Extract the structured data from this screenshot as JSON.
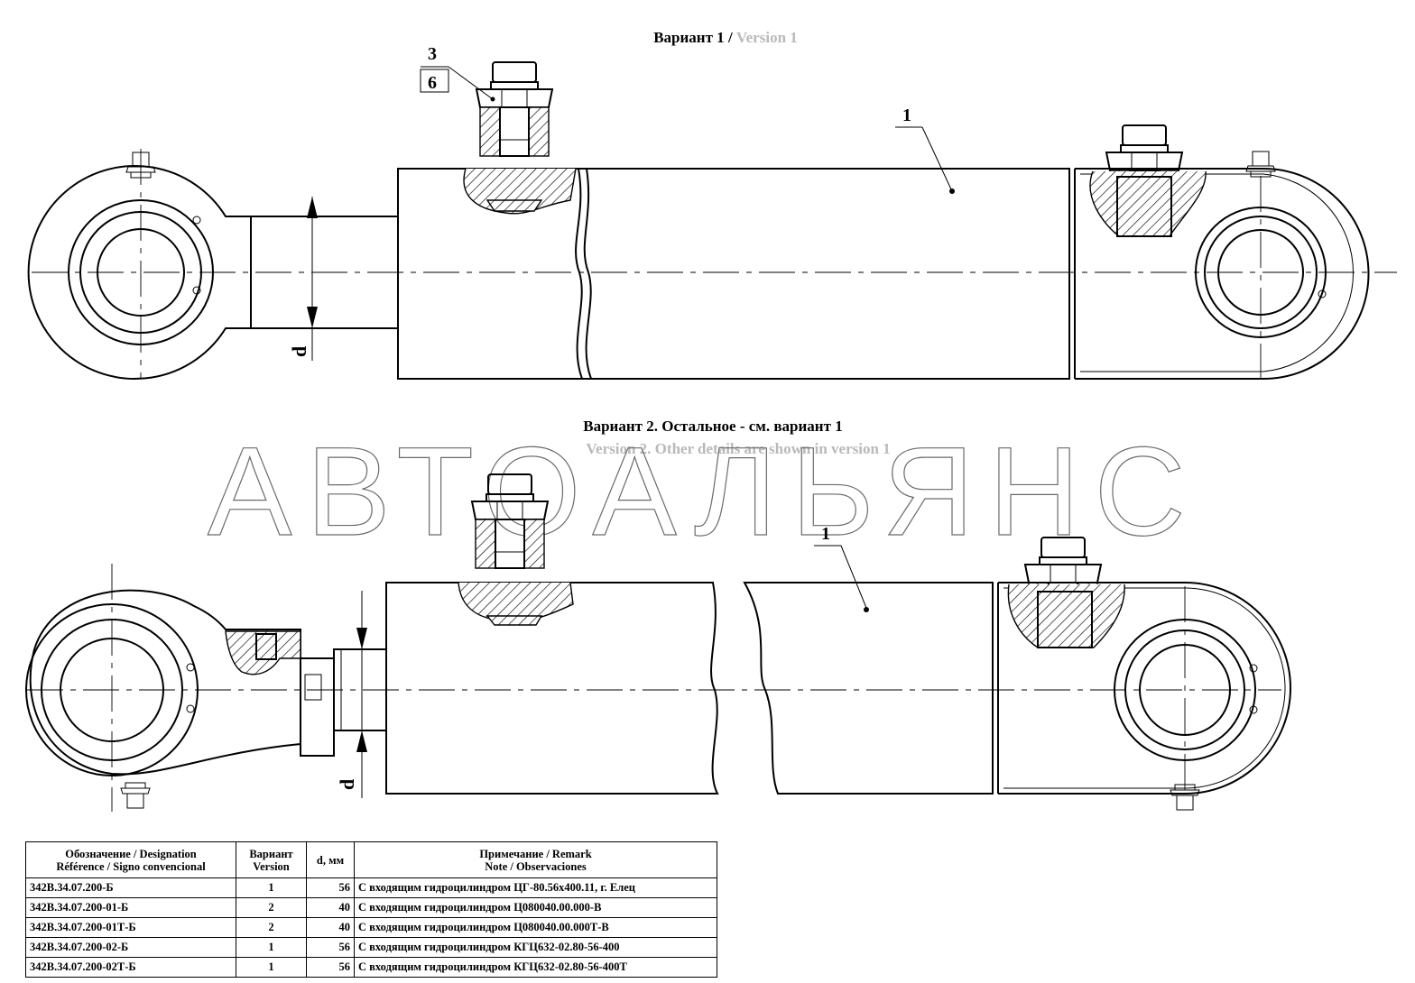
{
  "version1": {
    "title_ru": "Вариант 1",
    "separator": " / ",
    "title_en": "Version 1"
  },
  "version2": {
    "title_ru": "Вариант 2. Остальное - см. вариант 1",
    "title_en": "Version 2. Other details are shown in version 1"
  },
  "callouts": {
    "a": "3",
    "b": "6",
    "v1_item": "1",
    "v2_item": "1"
  },
  "dimension": {
    "v1_label": "d",
    "v2_label": "d"
  },
  "watermark": "АВТОАЛЬЯНС",
  "table": {
    "headers": {
      "designation_1": "Обозначение / Designation",
      "designation_2": "Référence / Signo convencional",
      "variant_1": "Вариант",
      "variant_2": "Version",
      "d": "d, мм",
      "remark_1": "Примечание / Remark",
      "remark_2": "Note / Observaciones"
    },
    "rows": [
      {
        "designation": "342В.34.07.200-Б",
        "variant": "1",
        "d": "56",
        "remark": "С входящим гидроцилиндром ЦГ-80.56х400.11, г. Елец"
      },
      {
        "designation": "342В.34.07.200-01-Б",
        "variant": "2",
        "d": "40",
        "remark": "С входящим гидроцилиндром Ц080040.00.000-В"
      },
      {
        "designation": "342В.34.07.200-01Т-Б",
        "variant": "2",
        "d": "40",
        "remark": "С входящим гидроцилиндром Ц080040.00.000Т-В"
      },
      {
        "designation": "342В.34.07.200-02-Б",
        "variant": "1",
        "d": "56",
        "remark": "С входящим гидроцилиндром КГЦ632-02.80-56-400"
      },
      {
        "designation": "342В.34.07.200-02Т-Б",
        "variant": "1",
        "d": "56",
        "remark": "С входящим гидроцилиндром КГЦ632-02.80-56-400Т"
      }
    ]
  }
}
